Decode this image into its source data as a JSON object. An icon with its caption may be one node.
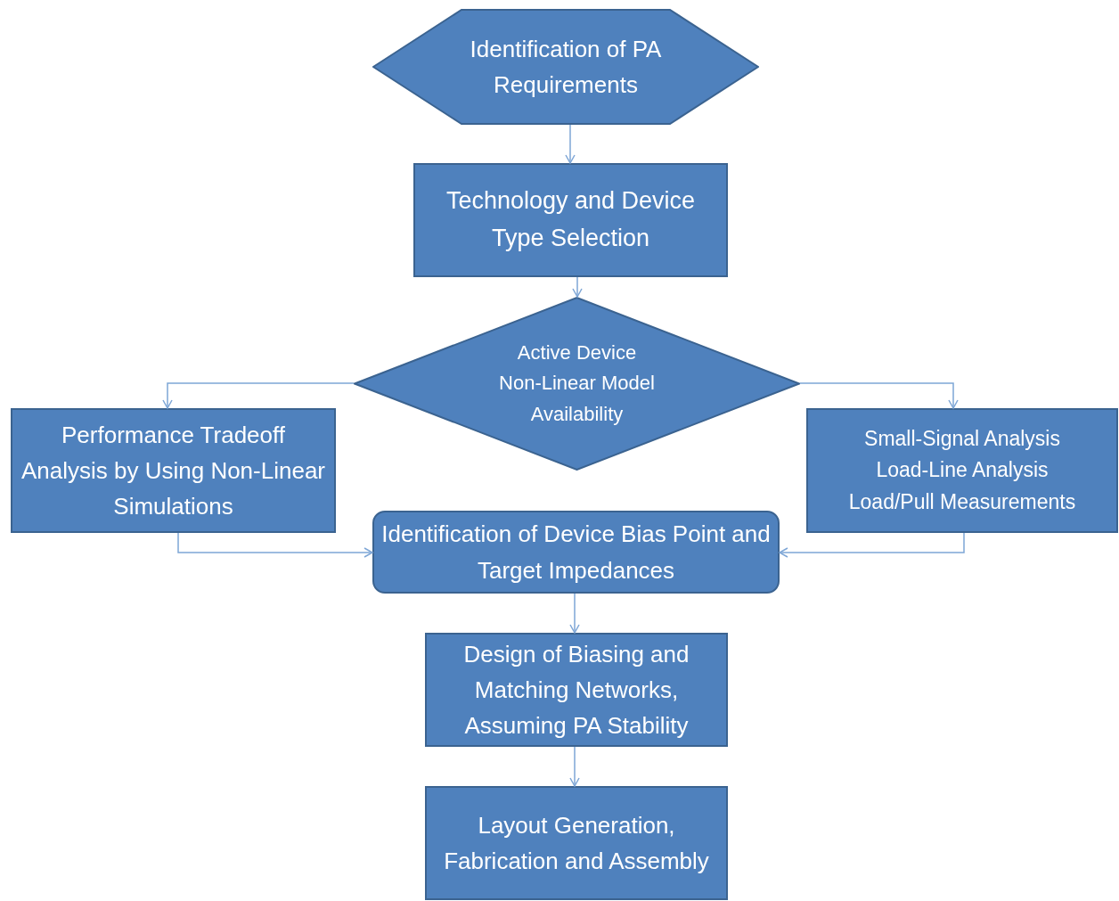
{
  "diagram": {
    "nodes": [
      {
        "text": [
          "Identification of PA Requirements"
        ]
      },
      {
        "text": [
          "Technology and Device Type Selection"
        ]
      },
      {
        "text": [
          "Active Device Non-Linear Model Availability"
        ]
      },
      {
        "text": [
          "Performance Tradeoff Analysis by Using Non-Linear Simulations"
        ]
      },
      {
        "text": [
          "Small-Signal Analysis",
          "Load-Line Analysis",
          "Load/Pull Measurements"
        ]
      },
      {
        "text": [
          "Identification of Device Bias Point and Target Impedances"
        ]
      },
      {
        "text": [
          "Design of Biasing and Matching Networks, Assuming PA Stability"
        ]
      },
      {
        "text": [
          "Layout Generation, Fabrication and Assembly"
        ]
      }
    ],
    "edges": [
      {
        "from": 0,
        "to": 1,
        "arrow": "to"
      },
      {
        "from": 1,
        "to": 2,
        "arrow": "to"
      },
      {
        "from": 2,
        "to": 3,
        "arrow": "to"
      },
      {
        "from": 2,
        "to": 4,
        "arrow": "to"
      },
      {
        "from": 3,
        "to": 5,
        "arrow": "to"
      },
      {
        "from": 4,
        "to": 5,
        "arrow": "to"
      },
      {
        "from": 5,
        "to": 6,
        "arrow": "to"
      },
      {
        "from": 6,
        "to": 7,
        "arrow": "to"
      }
    ]
  }
}
